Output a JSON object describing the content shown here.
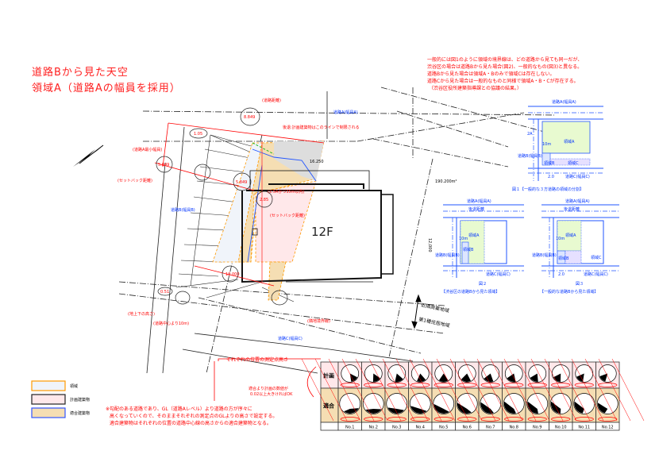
{
  "title": {
    "line1": "道路Bから見た天空",
    "line2": "領域A（道路Aの幅員を採用）"
  },
  "note_top": [
    "一般的には図1のように領域の境界線は、どの道路から見ても同一だが、",
    "渋谷区の場合は道路Bから見た場合(図2)、一般的なもの(図3)と異なる。",
    "道路Bから見た場合は領域A・Bのみで領域Cは存在しない。",
    "道路Cから見た場合は一般的なものと同様で領域A・B・Cが存在する。",
    "（渋谷区役所建築指導課との協議の結果。）"
  ],
  "plan": {
    "floor": "12F",
    "road_a": "道路A(幅員A)",
    "road_b": "道路B(幅員B)",
    "road_c": "道路C(幅員C)",
    "road_distance": "(道路距離)",
    "road_a_min": "(道路A最小幅員)",
    "setback": "(セットバック距離)",
    "setback2": "(セットバック距離)",
    "limit_note": "後退:計画建築物はこのラインで制限される",
    "within": "(2.5Aかつ35m以内)",
    "ground_height": "(地上下の高さ)",
    "road_center": "(道路中心より10m)",
    "boundary": "(隣地境界線)",
    "zone1": "近隣商業地域",
    "zone2": "第1種住居地域",
    "area": "190.200m²",
    "dim_12000": "12,000",
    "dim_1": "1.05",
    "dim_2": "8.849",
    "dim_3": "5.849",
    "dim_4": "16.250",
    "dim_5": "10.000",
    "dim_6": "0.51",
    "dim_7": "5.849",
    "dim_8": "2.85"
  },
  "figures": {
    "fig1": {
      "caption": "図１【一般的な３方道路の領域の分割】",
      "road_a": "道路A(幅員A)",
      "road_b": "道路B(幅員B)",
      "road_c": "道路C(幅員C)",
      "area_a": "領域A",
      "area_b": "領域B",
      "area_c": "領域C",
      "dim": "10m",
      "dim2": "2A",
      "dim3": "2.0"
    },
    "fig2": {
      "num": "図２",
      "caption": "【渋谷区の道路Bから見た領域】",
      "road_a": "道路A(幅員A)",
      "road_b": "道路B(幅員B)",
      "road_c": "道路C(幅員C)",
      "setback": "後退距離",
      "area_a": "領域A",
      "area_b": "領域B",
      "dim": "10m"
    },
    "fig3": {
      "num": "図３",
      "caption": "【一般的な道路Bから見た領域】",
      "road_a": "道路A(幅員A)",
      "road_b": "道路B(幅員B)",
      "road_c": "道路C(幅員C)",
      "setback": "後退距離",
      "area_a": "領域A",
      "area_b": "領域B",
      "area_c": "領域C",
      "dim": "10m",
      "dim3": "2.0"
    }
  },
  "legend": [
    {
      "label": "領域",
      "fill": "#f0f4fa",
      "stroke": "#ff9900"
    },
    {
      "label": "計画建築物",
      "fill": "#ffe8ea",
      "stroke": "#222222"
    },
    {
      "label": "適合建築物",
      "fill": "#f5deb3",
      "stroke": "#3355ff"
    }
  ],
  "note_bottom": [
    "※勾配のある道路であり、GL（道路Aレベル）より道路の方が序々に",
    "高くなっていくので、そのままそれぞれの測定点のGLよりの高さで設定する。",
    "適合建築物はそれぞれの位置の道路中心線の高さからの適合建築物となる。"
  ],
  "table": {
    "heading": "それぞれの位置の測定点高さ",
    "ok_note": [
      "適合より計画の数値が",
      "0.02以上大きければOK"
    ],
    "rows": [
      "計画",
      "適合"
    ],
    "columns": [
      "No.1",
      "No.2",
      "No.3",
      "No.4",
      "No.5",
      "No.6",
      "No.7",
      "No.8",
      "No.9",
      "No.10",
      "No.11",
      "No.12"
    ],
    "plan_fill": [
      0.15,
      0.16,
      0.17,
      0.18,
      0.19,
      0.2,
      0.2,
      0.19,
      0.18,
      0.17,
      0.16,
      0.15
    ],
    "fit_fill": [
      0.28,
      0.3,
      0.32,
      0.33,
      0.34,
      0.34,
      0.33,
      0.32,
      0.3,
      0.28,
      0.26,
      0.22
    ]
  },
  "colors": {
    "red": "#ff0000",
    "blue": "#0033ff",
    "pink": "#ffe8ea",
    "tan": "#f5deb3",
    "green": "#e8fad0",
    "lavender": "#e6e0ff",
    "lightblue": "#dde6ff"
  }
}
